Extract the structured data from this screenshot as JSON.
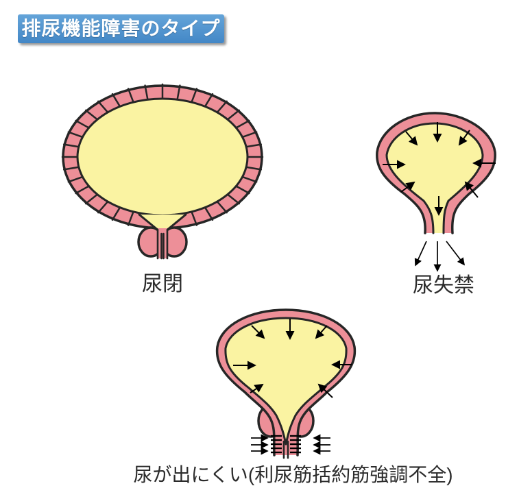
{
  "title": {
    "text": "排尿機能障害のタイプ"
  },
  "bladders": [
    {
      "id": "retention",
      "label": "尿閉"
    },
    {
      "id": "incontinence",
      "label": "尿失禁"
    },
    {
      "id": "underactive",
      "label": "尿が出にくい(利尿筋括約筋強調不全)"
    }
  ],
  "colors": {
    "banner_top": "#64A4D9",
    "banner_bottom": "#4387C6",
    "banner_text": "#FFFFFF",
    "wall_pink": "#ED8F98",
    "urine_yellow": "#FAF3A2",
    "outline": "#262626",
    "arrow": "#000000",
    "label_text": "#2B2B2B"
  }
}
